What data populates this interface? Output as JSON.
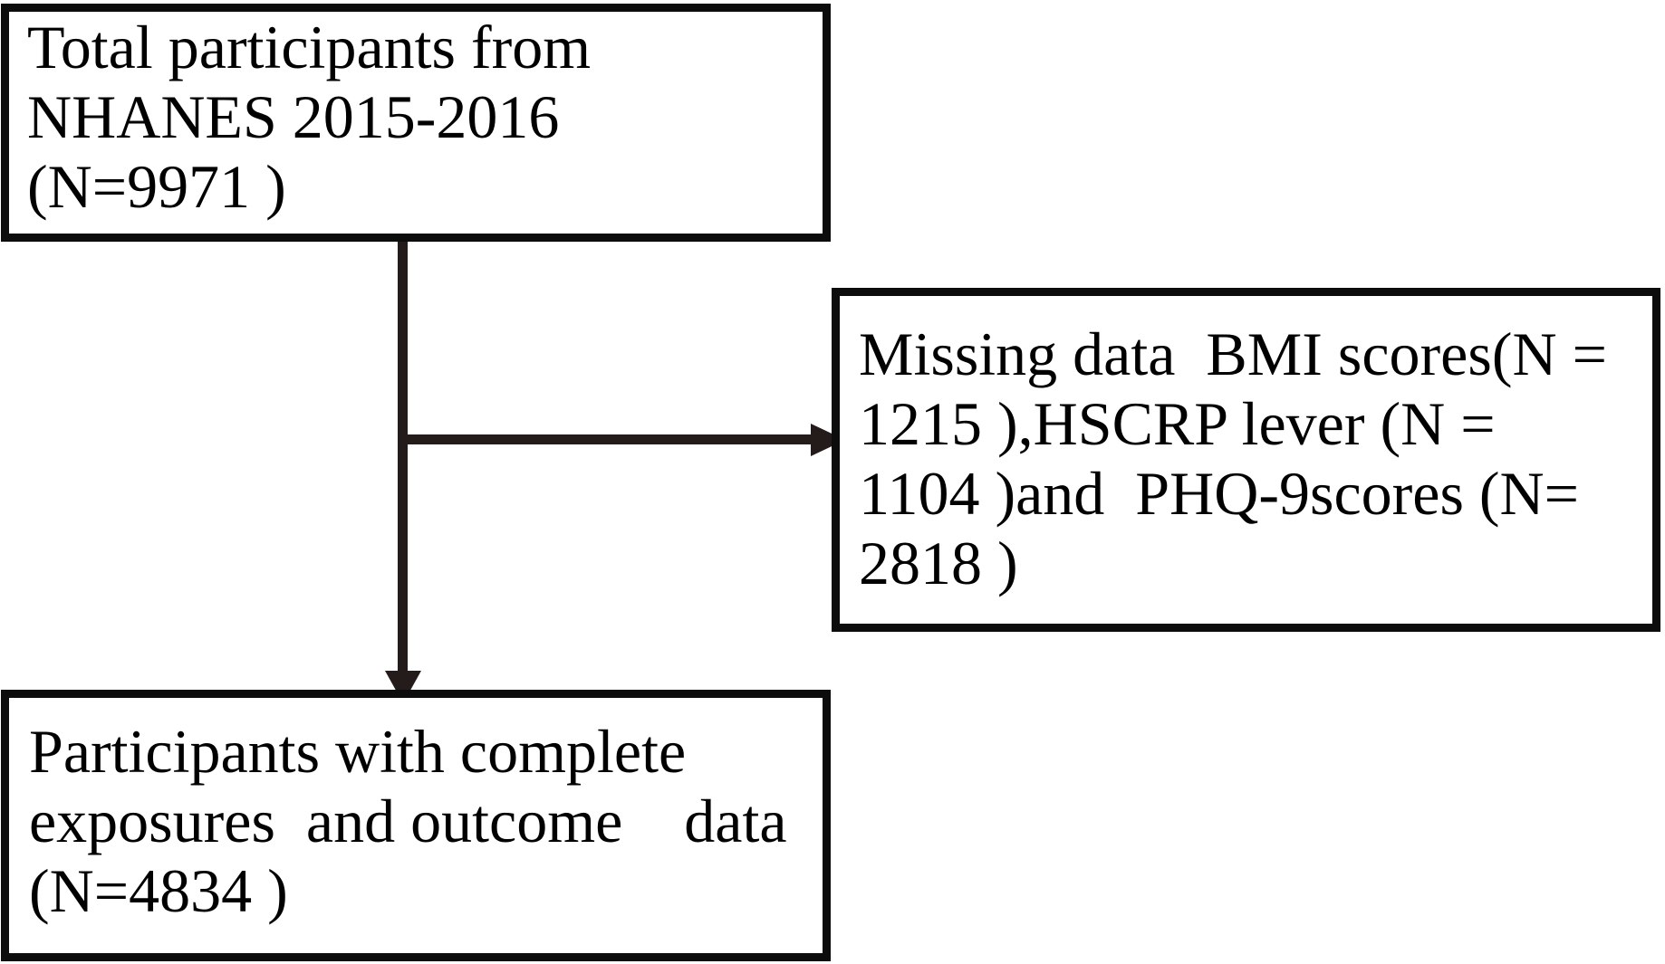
{
  "diagram": {
    "type": "flowchart",
    "background_color": "#ffffff",
    "box_border_color": "#0c0c0c",
    "connector_color": "#231c1a",
    "text_color": "#000000",
    "boxes": {
      "total_participants": {
        "text": "Total participants from\nNHANES 2015-2016\n(N=9971 )",
        "n": 9971
      },
      "missing_data": {
        "text": "Missing data  BMI scores(N =\n1215 ),HSCRP lever (N =\n1104 )and  PHQ-9scores (N=\n2818 )",
        "n_bmi_missing": 1215,
        "n_hscrp_missing": 1104,
        "n_phq9_missing": 2818
      },
      "complete_data": {
        "text": "Participants with complete\nexposures  and outcome    data\n(N=4834 )",
        "n": 4834
      }
    },
    "connectors": [
      {
        "from": "total_participants",
        "to": "complete_data",
        "direction": "down"
      },
      {
        "from": "total_participants",
        "to": "missing_data",
        "direction": "right"
      }
    ]
  }
}
